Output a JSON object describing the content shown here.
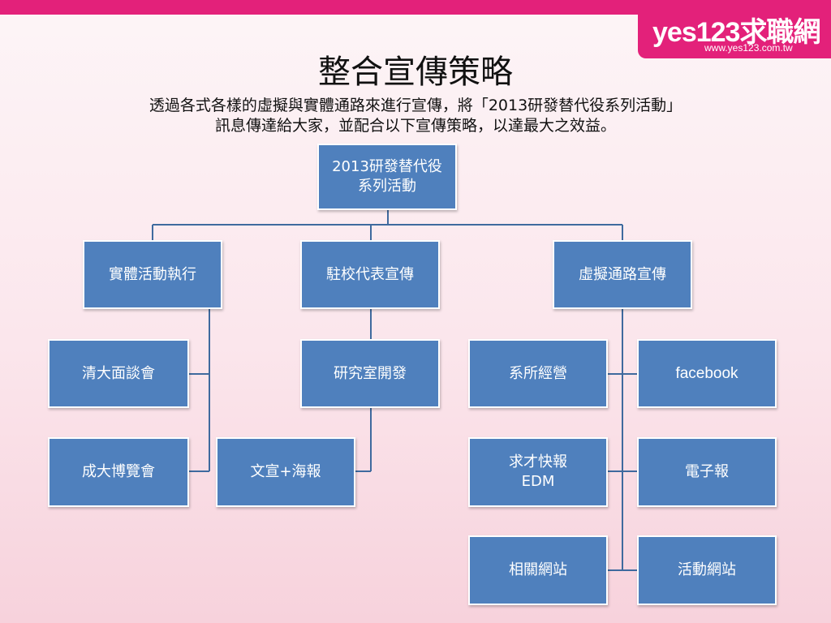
{
  "brand": {
    "logo": "yes123求職網",
    "url": "www.yes123.com.tw"
  },
  "slide": {
    "title": "整合宣傳策略",
    "subtitle_line1": "透過各式各樣的虛擬與實體通路來進行宣傳，將「2013研發替代役系列活動」",
    "subtitle_line2": "訊息傳達給大家，並配合以下宣傳策略，以達最大之效益。"
  },
  "chart": {
    "root": "2013研發替代役\n系列活動",
    "branch_physical": "實體活動執行",
    "branch_campus": "駐校代表宣傳",
    "branch_virtual": "虛擬通路宣傳",
    "qinghua": "清大面談會",
    "chengda": "成大博覽會",
    "lab": "研究室開發",
    "poster": "文宣+海報",
    "department": "系所經營",
    "facebook": "facebook",
    "edm": "求才快報\nEDM",
    "enews": "電子報",
    "related_sites": "相關網站",
    "event_site": "活動網站"
  },
  "colors": {
    "node_fill": "#4f80bd",
    "connector": "#3f6a9e",
    "brand_pink": "#e3217a"
  }
}
